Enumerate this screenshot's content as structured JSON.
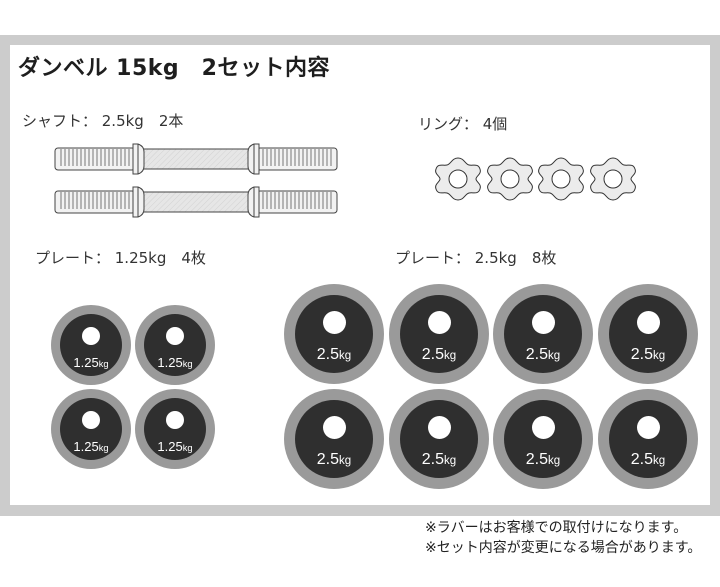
{
  "title": "ダンベル 15kg　2セット内容",
  "sections": {
    "shaft": {
      "label": "シャフト： 2.5kg　2本",
      "count": 2
    },
    "ring": {
      "label": "リング： 4個",
      "count": 4
    },
    "plate_small": {
      "label": "プレート： 1.25kg　4枚",
      "count": 4,
      "weight_num": "1.25",
      "weight_unit": "kg"
    },
    "plate_large": {
      "label": "プレート： 2.5kg　8枚",
      "count": 8,
      "weight_num": "2.5",
      "weight_unit": "kg"
    }
  },
  "plates_small": [
    {
      "num": "1.25",
      "unit": "kg"
    },
    {
      "num": "1.25",
      "unit": "kg"
    },
    {
      "num": "1.25",
      "unit": "kg"
    },
    {
      "num": "1.25",
      "unit": "kg"
    }
  ],
  "plates_large": [
    {
      "num": "2.5",
      "unit": "kg"
    },
    {
      "num": "2.5",
      "unit": "kg"
    },
    {
      "num": "2.5",
      "unit": "kg"
    },
    {
      "num": "2.5",
      "unit": "kg"
    },
    {
      "num": "2.5",
      "unit": "kg"
    },
    {
      "num": "2.5",
      "unit": "kg"
    },
    {
      "num": "2.5",
      "unit": "kg"
    },
    {
      "num": "2.5",
      "unit": "kg"
    }
  ],
  "notes": [
    "※ラバーはお客様での取付けになります。",
    "※セット内容が変更になる場合があります。"
  ],
  "colors": {
    "frame": "#cccccc",
    "plate_rim": "#9a9a9a",
    "plate_face": "#2f2f2f",
    "ring_fill": "#ececec",
    "shaft_fill": "#e8e8e8"
  }
}
